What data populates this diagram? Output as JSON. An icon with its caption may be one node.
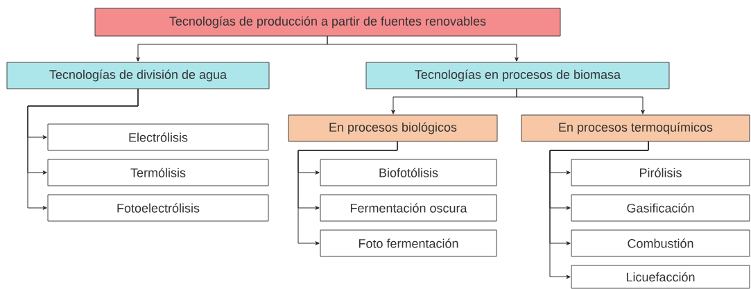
{
  "diagram": {
    "nodes": [
      {
        "text": [
          "Tecnologías de producción a partir de fuentes renovables"
        ]
      },
      {
        "text": [
          "Tecnologías de división de agua"
        ]
      },
      {
        "text": [
          "Tecnologías en procesos de biomasa"
        ]
      },
      {
        "text": [
          "Electrólisis"
        ]
      },
      {
        "text": [
          "Termólisis"
        ]
      },
      {
        "text": [
          "Fotoelectrólisis"
        ]
      },
      {
        "text": [
          "En procesos biológicos"
        ]
      },
      {
        "text": [
          "En procesos termoquímicos"
        ]
      },
      {
        "text": [
          "Biofotólisis"
        ]
      },
      {
        "text": [
          "Fermentación oscura"
        ]
      },
      {
        "text": [
          "Foto fermentación"
        ]
      },
      {
        "text": [
          "Pirólisis"
        ]
      },
      {
        "text": [
          "Gasificación"
        ]
      },
      {
        "text": [
          "Combustión"
        ]
      },
      {
        "text": [
          "Licuefacción"
        ]
      }
    ],
    "edges": [
      {
        "from": 0,
        "to": 1,
        "arrow": "to"
      },
      {
        "from": 0,
        "to": 2,
        "arrow": "to"
      },
      {
        "from": 1,
        "to": 3,
        "arrow": "to"
      },
      {
        "from": 1,
        "to": 4,
        "arrow": "to"
      },
      {
        "from": 1,
        "to": 5,
        "arrow": "to"
      },
      {
        "from": 2,
        "to": 6,
        "arrow": "to"
      },
      {
        "from": 2,
        "to": 7,
        "arrow": "to"
      },
      {
        "from": 6,
        "to": 8,
        "arrow": "to"
      },
      {
        "from": 6,
        "to": 9,
        "arrow": "to"
      },
      {
        "from": 6,
        "to": 10,
        "arrow": "to"
      },
      {
        "from": 7,
        "to": 11,
        "arrow": "to"
      },
      {
        "from": 7,
        "to": 12,
        "arrow": "to"
      },
      {
        "from": 7,
        "to": 13,
        "arrow": "to"
      },
      {
        "from": 7,
        "to": 14,
        "arrow": "to"
      }
    ]
  }
}
